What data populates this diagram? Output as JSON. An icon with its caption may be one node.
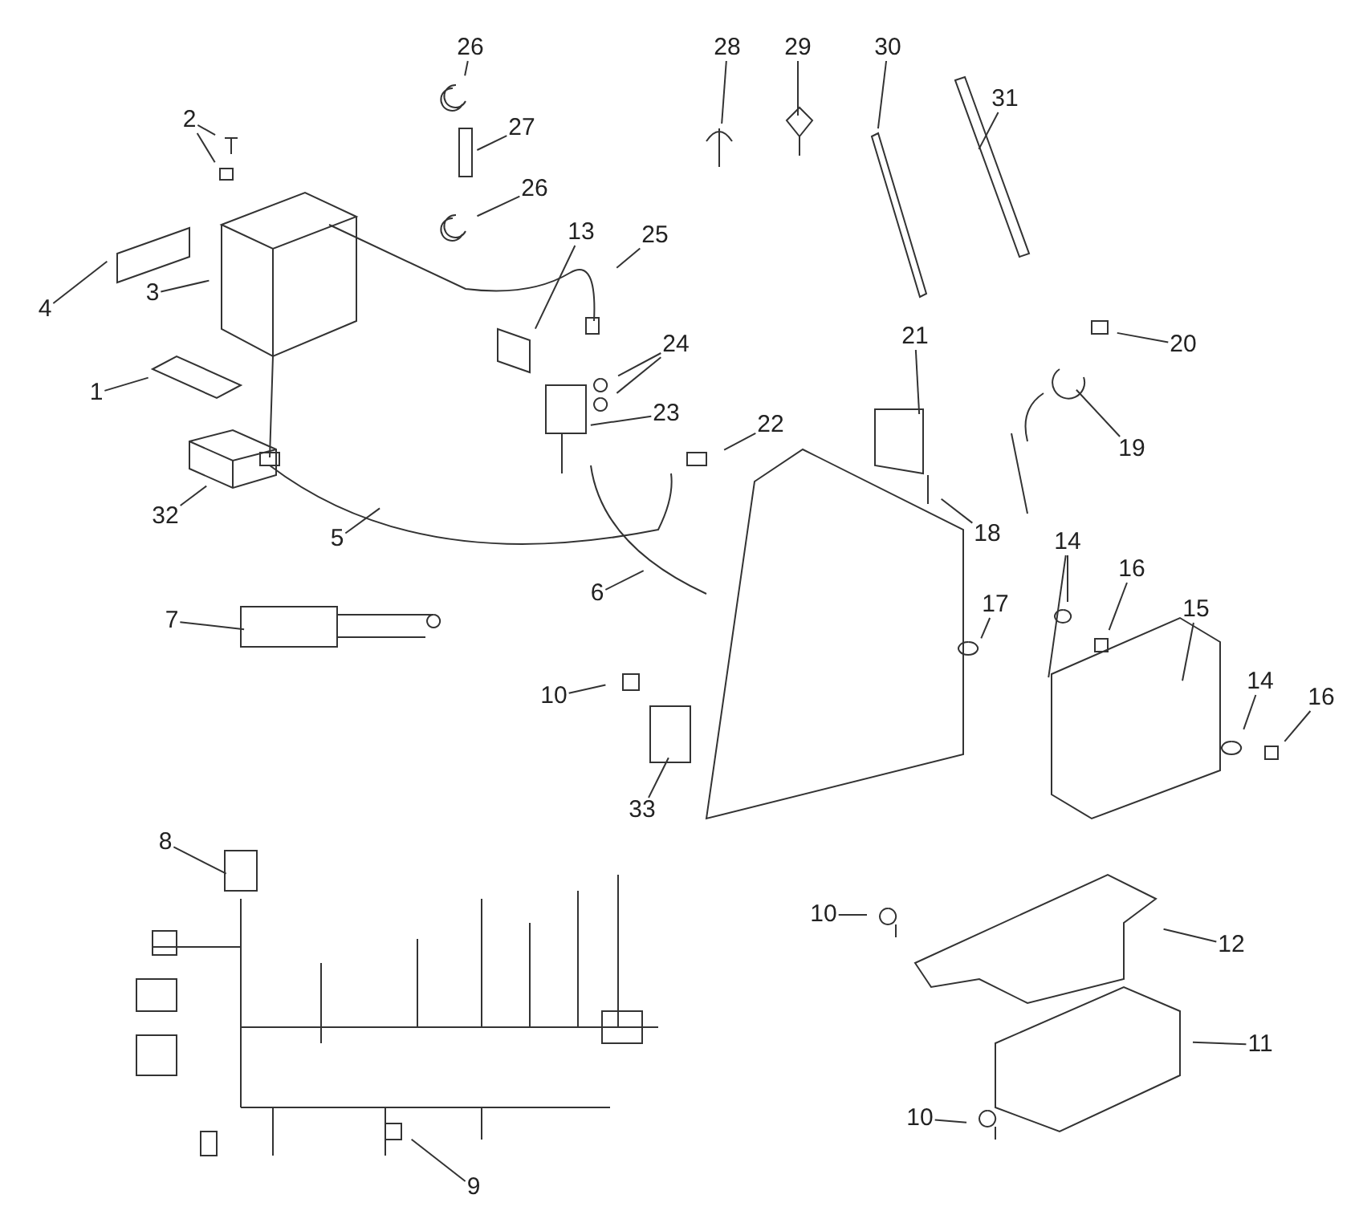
{
  "diagram": {
    "nodes": [
      {
        "text": [
          "26"
        ]
      },
      {
        "text": [
          "28"
        ]
      },
      {
        "text": [
          "29"
        ]
      },
      {
        "text": [
          "30"
        ]
      },
      {
        "text": [
          "31"
        ]
      },
      {
        "text": [
          "2"
        ]
      },
      {
        "text": [
          "27"
        ]
      },
      {
        "text": [
          "26"
        ]
      },
      {
        "text": [
          "13"
        ]
      },
      {
        "text": [
          "25"
        ]
      },
      {
        "text": [
          "3"
        ]
      },
      {
        "text": [
          "4"
        ]
      },
      {
        "text": [
          "21"
        ]
      },
      {
        "text": [
          "24"
        ]
      },
      {
        "text": [
          "20"
        ]
      },
      {
        "text": [
          "1"
        ]
      },
      {
        "text": [
          "23"
        ]
      },
      {
        "text": [
          "22"
        ]
      },
      {
        "text": [
          "19"
        ]
      },
      {
        "text": [
          "32"
        ]
      },
      {
        "text": [
          "18"
        ]
      },
      {
        "text": [
          "5"
        ]
      },
      {
        "text": [
          "14"
        ]
      },
      {
        "text": [
          "16"
        ]
      },
      {
        "text": [
          "6"
        ]
      },
      {
        "text": [
          "15"
        ]
      },
      {
        "text": [
          "17"
        ]
      },
      {
        "text": [
          "7"
        ]
      },
      {
        "text": [
          "10"
        ]
      },
      {
        "text": [
          "14"
        ]
      },
      {
        "text": [
          "16"
        ]
      },
      {
        "text": [
          "33"
        ]
      },
      {
        "text": [
          "8"
        ]
      },
      {
        "text": [
          "10"
        ]
      },
      {
        "text": [
          "12"
        ]
      },
      {
        "text": [
          "11"
        ]
      },
      {
        "text": [
          "10"
        ]
      },
      {
        "text": [
          "9"
        ]
      }
    ],
    "edges": [
      {
        "from": 0,
        "to": null,
        "arrow": "none"
      },
      {
        "from": 1,
        "to": null,
        "arrow": "none"
      },
      {
        "from": 2,
        "to": null,
        "arrow": "none"
      },
      {
        "from": 3,
        "to": null,
        "arrow": "none"
      },
      {
        "from": 4,
        "to": null,
        "arrow": "none"
      },
      {
        "from": 5,
        "to": null,
        "arrow": "none"
      },
      {
        "from": 5,
        "to": null,
        "arrow": "none"
      },
      {
        "from": 6,
        "to": null,
        "arrow": "none"
      },
      {
        "from": 7,
        "to": null,
        "arrow": "none"
      },
      {
        "from": 8,
        "to": null,
        "arrow": "none"
      },
      {
        "from": 9,
        "to": null,
        "arrow": "none"
      },
      {
        "from": 10,
        "to": null,
        "arrow": "none"
      },
      {
        "from": 11,
        "to": null,
        "arrow": "none"
      },
      {
        "from": 12,
        "to": null,
        "arrow": "none"
      },
      {
        "from": 13,
        "to": null,
        "arrow": "none"
      },
      {
        "from": 13,
        "to": null,
        "arrow": "none"
      },
      {
        "from": 14,
        "to": null,
        "arrow": "none"
      },
      {
        "from": 15,
        "to": null,
        "arrow": "none"
      },
      {
        "from": 16,
        "to": null,
        "arrow": "none"
      },
      {
        "from": 17,
        "to": null,
        "arrow": "none"
      },
      {
        "from": 18,
        "to": null,
        "arrow": "none"
      },
      {
        "from": 19,
        "to": null,
        "arrow": "none"
      },
      {
        "from": 20,
        "to": null,
        "arrow": "none"
      },
      {
        "from": 21,
        "to": null,
        "arrow": "none"
      },
      {
        "from": 22,
        "to": null,
        "arrow": "none"
      },
      {
        "from": 22,
        "to": null,
        "arrow": "none"
      },
      {
        "from": 23,
        "to": null,
        "arrow": "none"
      },
      {
        "from": 24,
        "to": null,
        "arrow": "none"
      },
      {
        "from": 25,
        "to": null,
        "arrow": "none"
      },
      {
        "from": 26,
        "to": null,
        "arrow": "none"
      },
      {
        "from": 27,
        "to": null,
        "arrow": "none"
      },
      {
        "from": 28,
        "to": null,
        "arrow": "none"
      },
      {
        "from": 29,
        "to": null,
        "arrow": "none"
      },
      {
        "from": 30,
        "to": null,
        "arrow": "none"
      },
      {
        "from": 31,
        "to": null,
        "arrow": "none"
      },
      {
        "from": 32,
        "to": null,
        "arrow": "none"
      },
      {
        "from": 33,
        "to": null,
        "arrow": "none"
      },
      {
        "from": 34,
        "to": null,
        "arrow": "none"
      },
      {
        "from": 35,
        "to": null,
        "arrow": "none"
      },
      {
        "from": 36,
        "to": null,
        "arrow": "none"
      },
      {
        "from": 37,
        "to": null,
        "arrow": "none"
      }
    ]
  }
}
